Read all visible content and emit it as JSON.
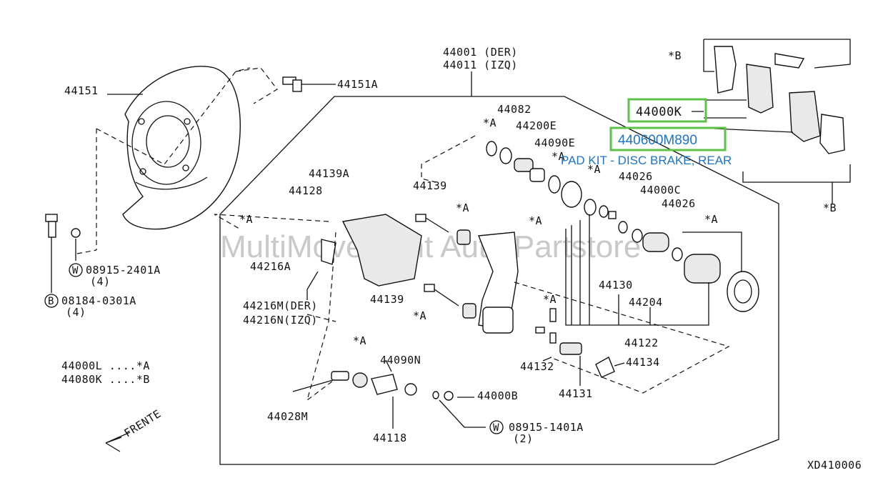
{
  "diagram": {
    "code": "XD410006",
    "watermark": "MultiMovement Auto Partstore",
    "direction": "FRENTE",
    "labels": {
      "p44001_der": "44001 (DER)",
      "p44011_izq": "44011 (IZQ)",
      "p44151": "44151",
      "p44151A": "44151A",
      "p44082": "44082",
      "p44200E": "44200E",
      "p44090E": "44090E",
      "p44026a": "44026",
      "p44000C": "44000C",
      "p44026b": "44026",
      "p44139A": "44139A",
      "p44128": "44128",
      "p44139a": "44139",
      "p44139b": "44139",
      "p44216A": "44216A",
      "p44216M": "44216M(DER)",
      "p44216N": "44216N(IZQ)",
      "p44130": "44130",
      "p44204": "44204",
      "p44122": "44122",
      "p44132": "44132",
      "p44134": "44134",
      "p44131": "44131",
      "p44090N": "44090N",
      "p44000B": "44000B",
      "p44028M": "44028M",
      "p44118": "44118",
      "w08915_2401A": "08915-2401A",
      "w08915_2401A_qty": "(4)",
      "b08184_0301A": "08184-0301A",
      "b08184_0301A_qty": "(4)",
      "w08915_1401A": "08915-1401A",
      "w08915_1401A_qty": "(2)",
      "legend_a": "44000L ....*A",
      "legend_b": "44080K ....*B",
      "star_a": "*A",
      "star_b": "*B",
      "circle_w": "W",
      "circle_b": "B"
    },
    "highlights": {
      "kit_part": "44000K",
      "pad_kit_part": "440600M890",
      "pad_kit_desc": "PAD KIT - DISC BRAKE, REAR",
      "box_color": "#5ec24a",
      "text_color": "#1f74c4"
    }
  }
}
